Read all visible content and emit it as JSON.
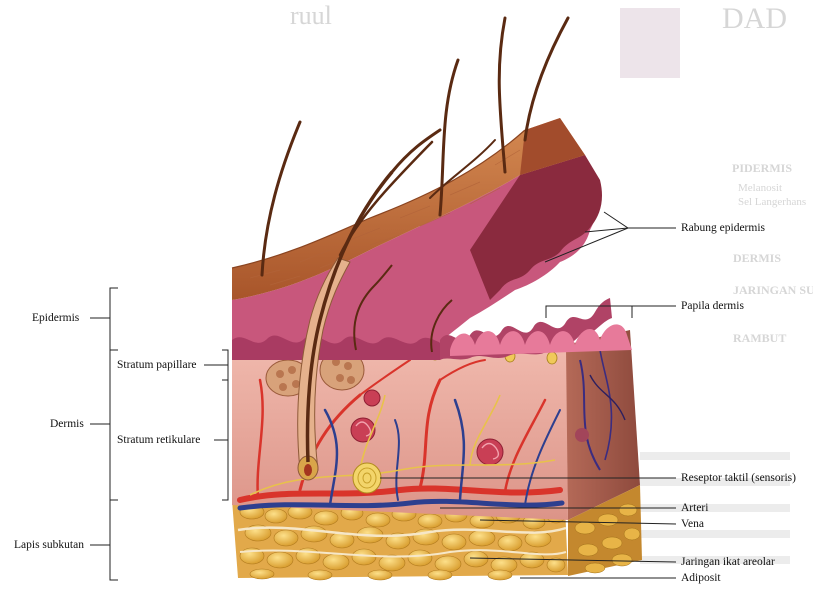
{
  "labels_right": {
    "rabung_epidermis": "Rabung epidermis",
    "papila_dermis": "Papila dermis",
    "reseptor": "Reseptor taktil (sensoris)",
    "arteri": "Arteri",
    "vena": "Vena",
    "jaringan": "Jaringan ikat areolar",
    "adiposit": "Adiposit"
  },
  "labels_left": {
    "epidermis": "Epidermis",
    "dermis": "Dermis",
    "lapis_subkutan": "Lapis subkutan",
    "stratum_papillare": "Stratum papillare",
    "stratum_retikulare": "Stratum retikulare"
  },
  "background_text": {
    "top_right": "DAD",
    "top_center": "ruul",
    "row1_left": "PIDERMIS",
    "row1_sub1": "Melanosit",
    "row1_sub2": "Sel Langerhans",
    "row2": "DERMIS",
    "row3": "JARINGAN SUBKUTAN",
    "row4": "RAMBUT"
  },
  "colors": {
    "epidermis_top": "#c0703a",
    "epidermis_pink": "#c8577c",
    "dermis": "#e6a89a",
    "fat": "#e6b64a",
    "artery": "#d9342b",
    "vein": "#2d3f8f",
    "hair": "#5a2a12"
  }
}
